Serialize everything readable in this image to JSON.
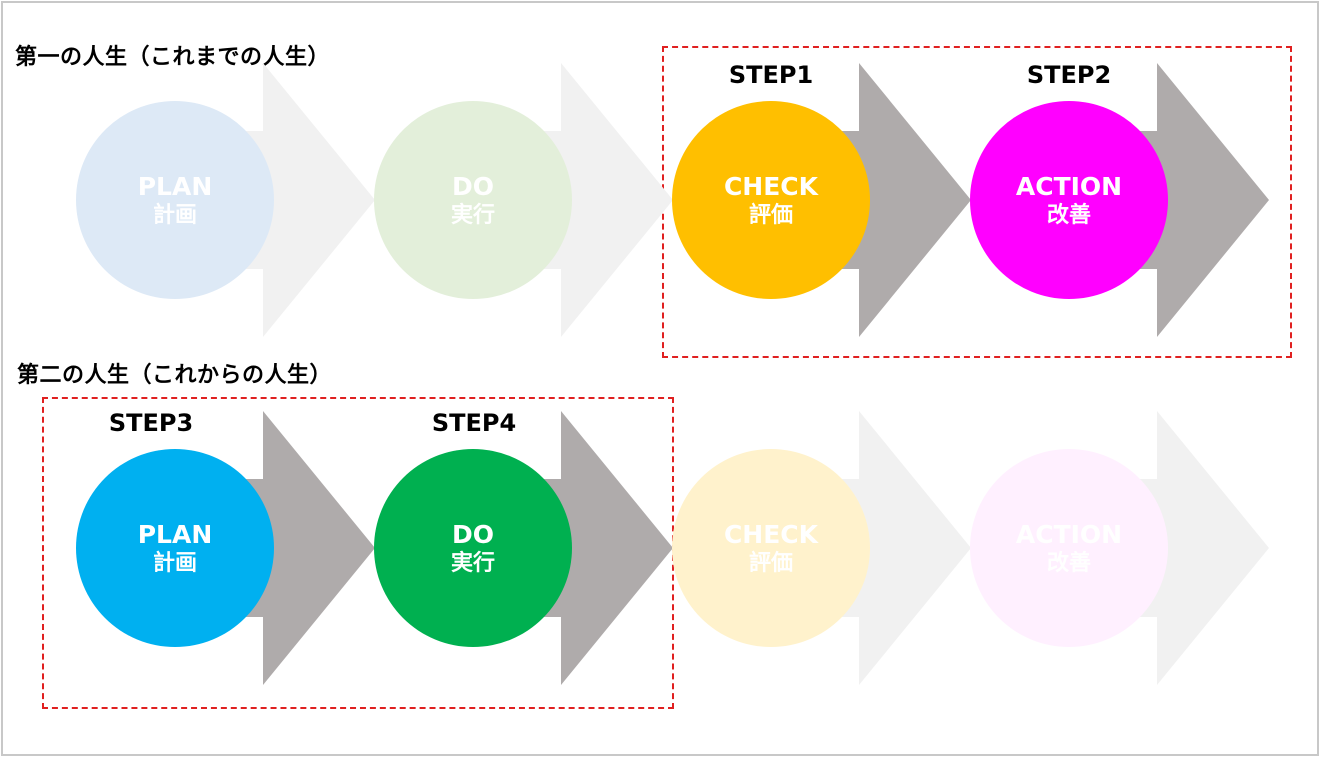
{
  "rows": [
    {
      "title": "第一の人生（これまでの人生）",
      "steps": [
        {
          "step_label": "",
          "en": "PLAN",
          "jp": "計画",
          "circle_color": "#dde9f6",
          "arrow_color": "#f1f1f1"
        },
        {
          "step_label": "",
          "en": "DO",
          "jp": "実行",
          "circle_color": "#e3efda",
          "arrow_color": "#f1f1f1"
        },
        {
          "step_label": "STEP1",
          "en": "CHECK",
          "jp": "評価",
          "circle_color": "#ffbf00",
          "arrow_color": "#afabab"
        },
        {
          "step_label": "STEP2",
          "en": "ACTION",
          "jp": "改善",
          "circle_color": "#ff00ff",
          "arrow_color": "#afabab"
        }
      ]
    },
    {
      "title": "第二の人生（これからの人生）",
      "steps": [
        {
          "step_label": "STEP3",
          "en": "PLAN",
          "jp": "計画",
          "circle_color": "#00b0f0",
          "arrow_color": "#afabab"
        },
        {
          "step_label": "STEP4",
          "en": "DO",
          "jp": "実行",
          "circle_color": "#00b050",
          "arrow_color": "#afabab"
        },
        {
          "step_label": "",
          "en": "CHECK",
          "jp": "評価",
          "circle_color": "#fff2cc",
          "arrow_color": "#f1f1f1"
        },
        {
          "step_label": "",
          "en": "ACTION",
          "jp": "改善",
          "circle_color": "#fff0ff",
          "arrow_color": "#f1f1f1"
        }
      ]
    }
  ],
  "highlight_color": "#e02020"
}
